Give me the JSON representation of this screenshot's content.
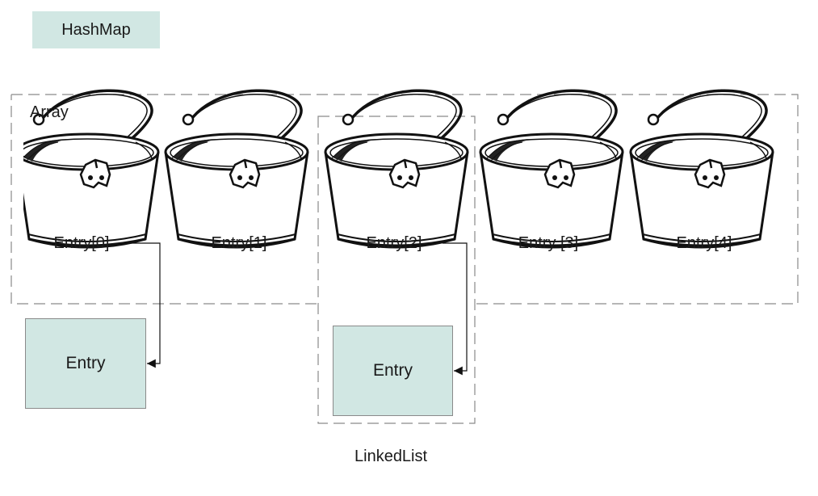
{
  "title": "HashMap",
  "array_label": "Array",
  "linkedlist_label": "LinkedList",
  "buckets": [
    {
      "label": "Entry[0]",
      "icon": "bucket-icon"
    },
    {
      "label": "Entry[1]",
      "icon": "bucket-icon"
    },
    {
      "label": "Entry[2]",
      "icon": "bucket-icon"
    },
    {
      "label": "Entry [3]",
      "icon": "bucket-icon"
    },
    {
      "label": "Entry[4]",
      "icon": "bucket-icon"
    }
  ],
  "entries": [
    {
      "label": "Entry",
      "from_bucket": 0
    },
    {
      "label": "Entry",
      "from_bucket": 2
    }
  ],
  "colors": {
    "box_fill": "#d1e7e3",
    "dash_line": "#8a8a8a",
    "stroke": "#1a1a1a"
  }
}
